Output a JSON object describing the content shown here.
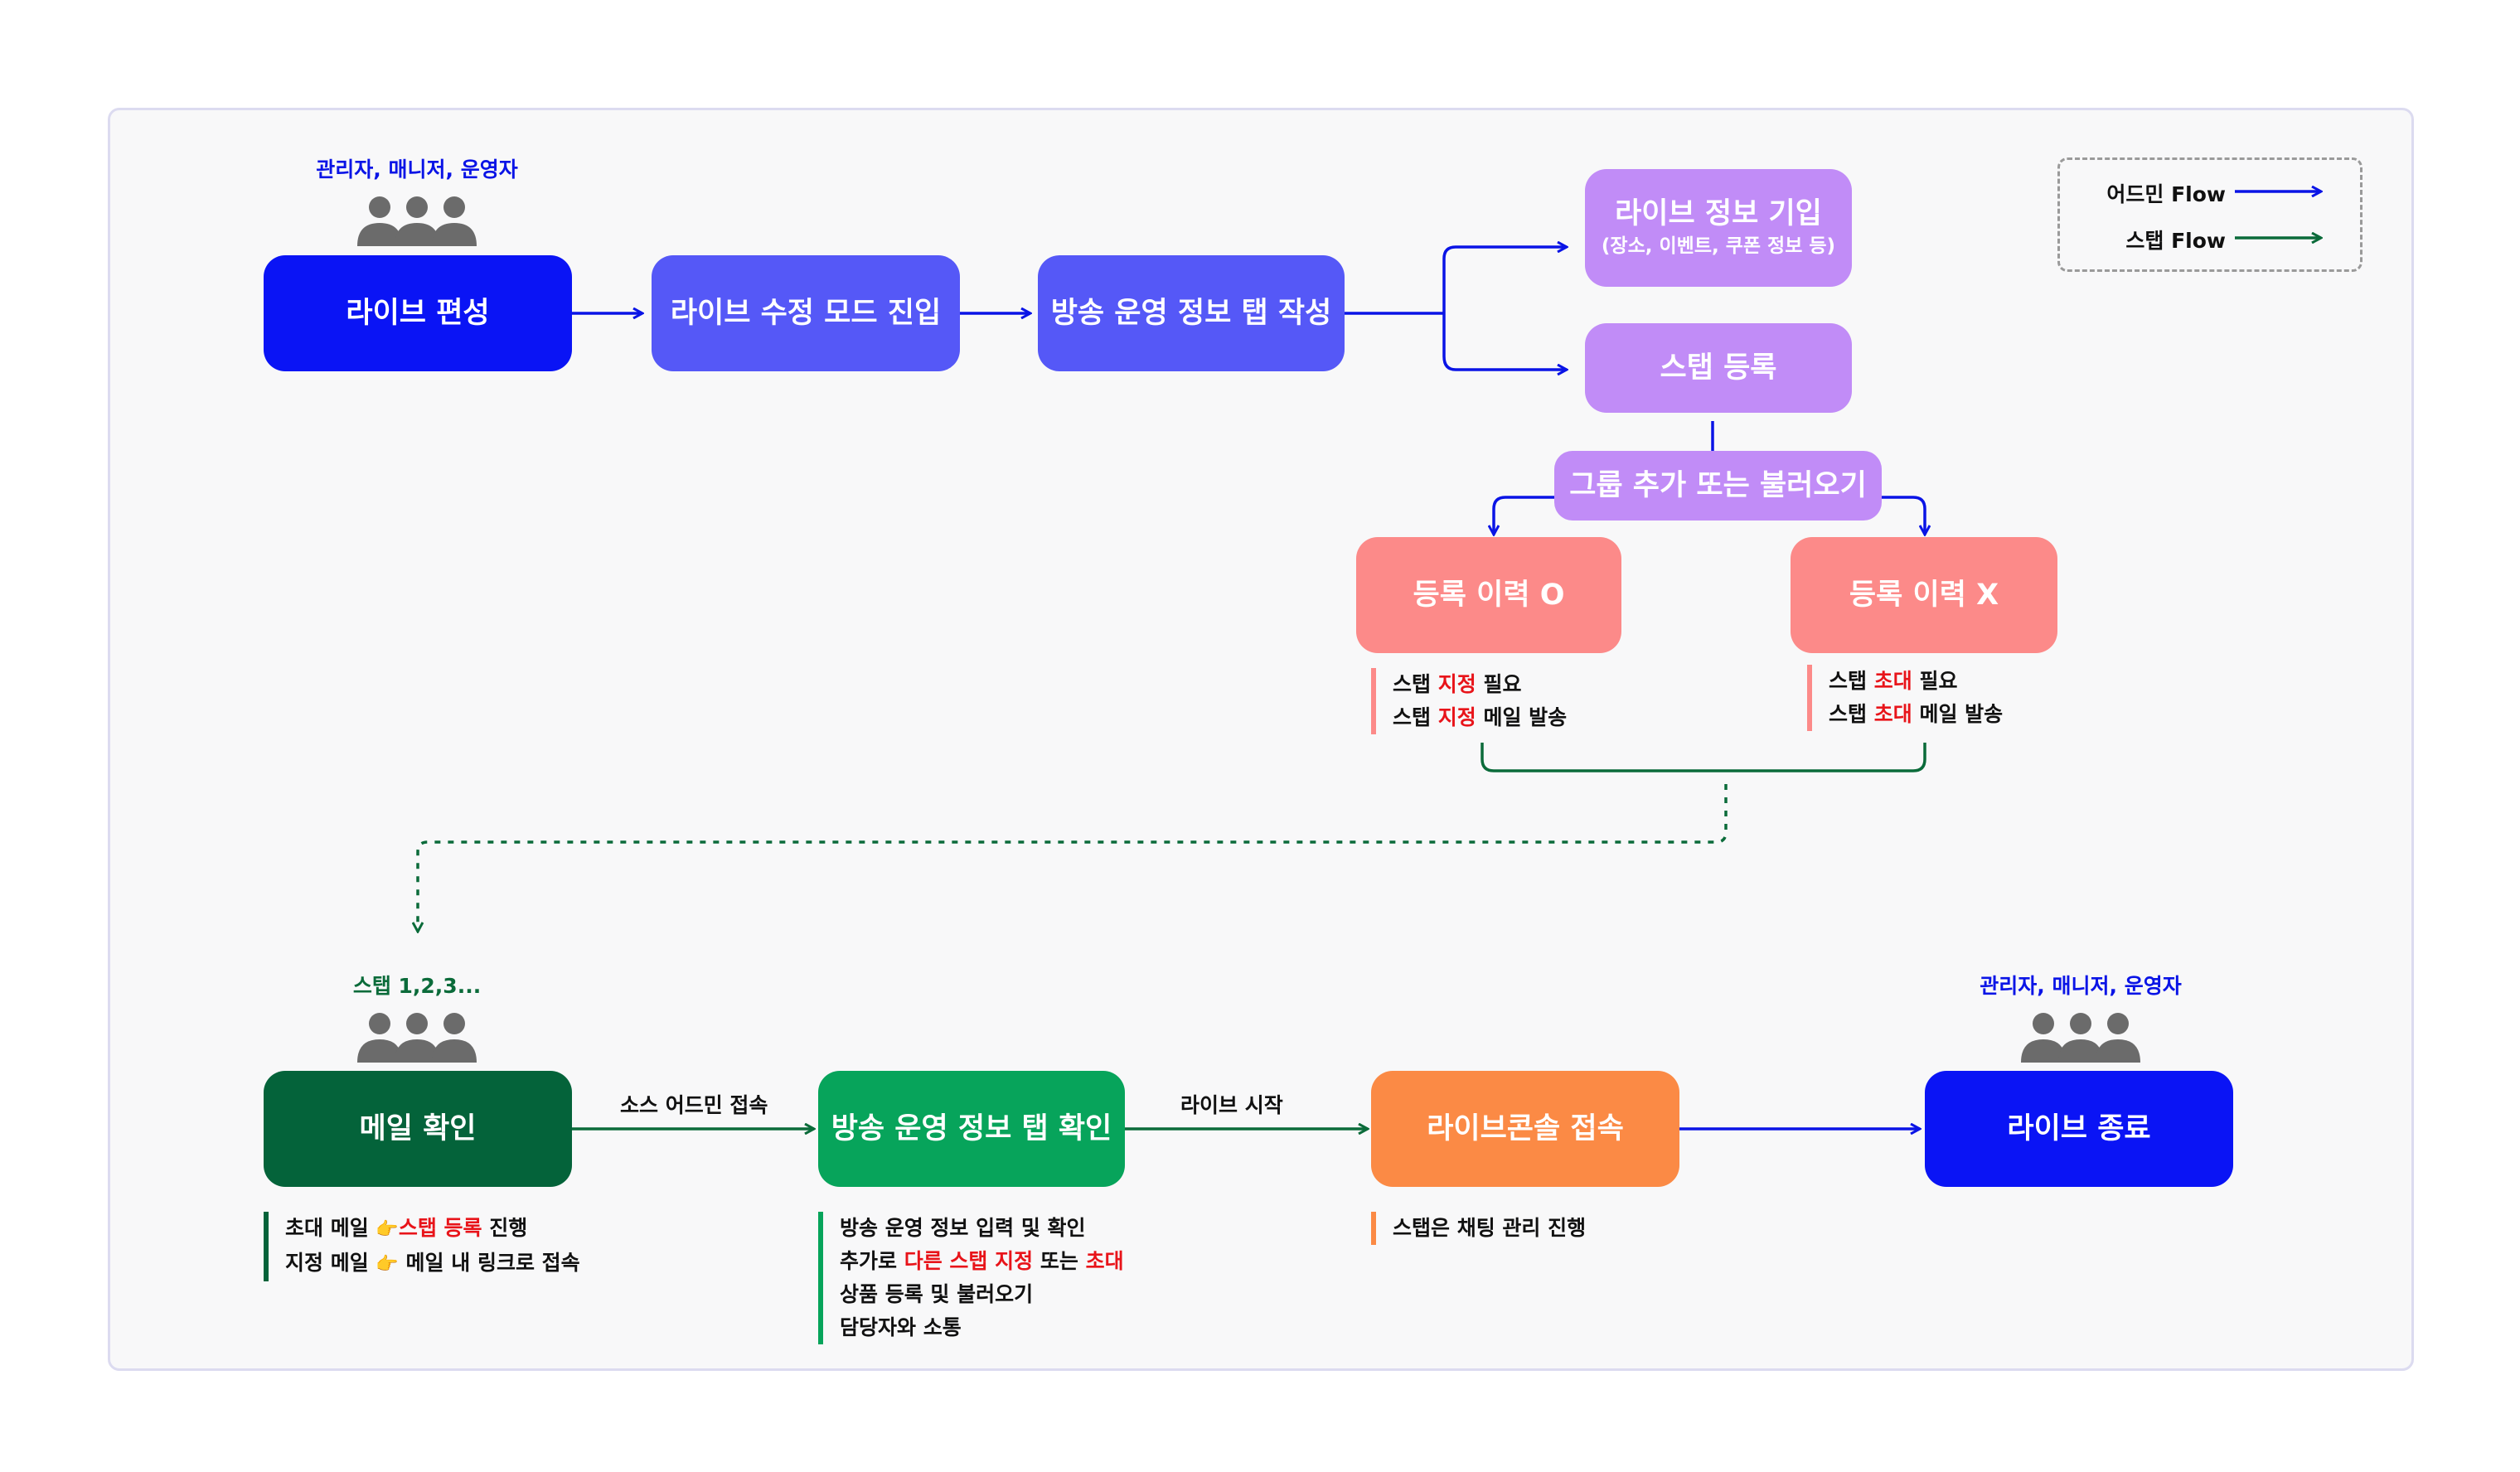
{
  "actors": {
    "top_admin": "관리자, 매니저, 운영자",
    "staff": "스탭 1,2,3...",
    "bottom_admin": "관리자, 매니저, 운영자"
  },
  "nodes": {
    "live_edit": "라이브 편성",
    "edit_mode": "라이브 수정 모드 진입",
    "broadcast_tab_write": "방송 운영 정보 탭 작성",
    "live_info_title": "라이브 정보 기입",
    "live_info_sub": "(장소, 이벤트, 쿠폰 정보 등)",
    "staff_register": "스탭 등록",
    "group_add": "그룹 추가 또는 불러오기",
    "history_o": "등록 이력 O",
    "history_x": "등록 이력 X",
    "mail_check": "메일 확인",
    "broadcast_tab_check": "방송 운영 정보 탭 확인",
    "console_access": "라이브콘솔 접속",
    "live_end": "라이브 종료"
  },
  "notes": {
    "history_o": {
      "line1": {
        "a": "스탭 ",
        "b": "지정",
        "c": " 필요"
      },
      "line2": {
        "a": "스탭 ",
        "b": "지정",
        "c": " 메일 발송"
      }
    },
    "history_x": {
      "line1": {
        "a": "스탭 ",
        "b": "초대",
        "c": " 필요"
      },
      "line2": {
        "a": "스탭 ",
        "b": "초대",
        "c": " 메일 발송"
      }
    },
    "mail": {
      "line1": {
        "a": "초대 메일 ",
        "emoji": "👉",
        "b": "스탭 등록",
        "c": " 진행"
      },
      "line2": {
        "a": "지정 메일 ",
        "emoji": "👉",
        "c": " 메일 내 링크로 접속"
      }
    },
    "broadcast": {
      "line1": "방송 운영 정보 입력 및 확인",
      "line2": {
        "a": "추가로 ",
        "b": "다른 스탭 지정",
        "c": " 또는 ",
        "d": "초대"
      },
      "line3": "상품 등록 및 불러오기",
      "line4": "담당자와 소통"
    },
    "console": "스탭은 채팅 관리 진행"
  },
  "edge_labels": {
    "source_admin": "소스 어드민 접속",
    "live_start": "라이브 시작"
  },
  "legend": {
    "admin_flow": "어드민 Flow",
    "staff_flow": "스탭 Flow"
  },
  "colors": {
    "admin_flow": "#0a14e6",
    "staff_flow": "#0b6b3a",
    "blue": "#0a14f5",
    "indigo": "#5558f7",
    "lavender": "#c18cf7",
    "salmon": "#fc8a89",
    "dark_green": "#04633a",
    "green": "#07a45b",
    "orange": "#fb8a45"
  }
}
